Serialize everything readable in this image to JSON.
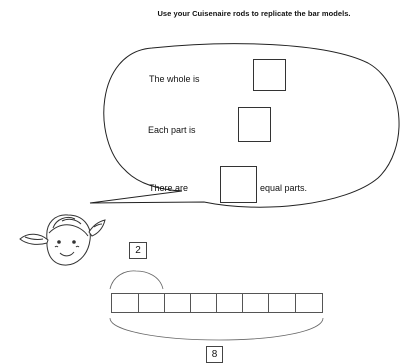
{
  "instruction": "Use your Cuisenaire rods to replicate the bar models.",
  "speech": {
    "whole_label": "The whole is",
    "part_label": "Each part is",
    "parts_prefix": "There are",
    "parts_suffix": "equal parts."
  },
  "bar_model": {
    "part_value": "2",
    "whole_value": "8",
    "segment_count": 8
  }
}
